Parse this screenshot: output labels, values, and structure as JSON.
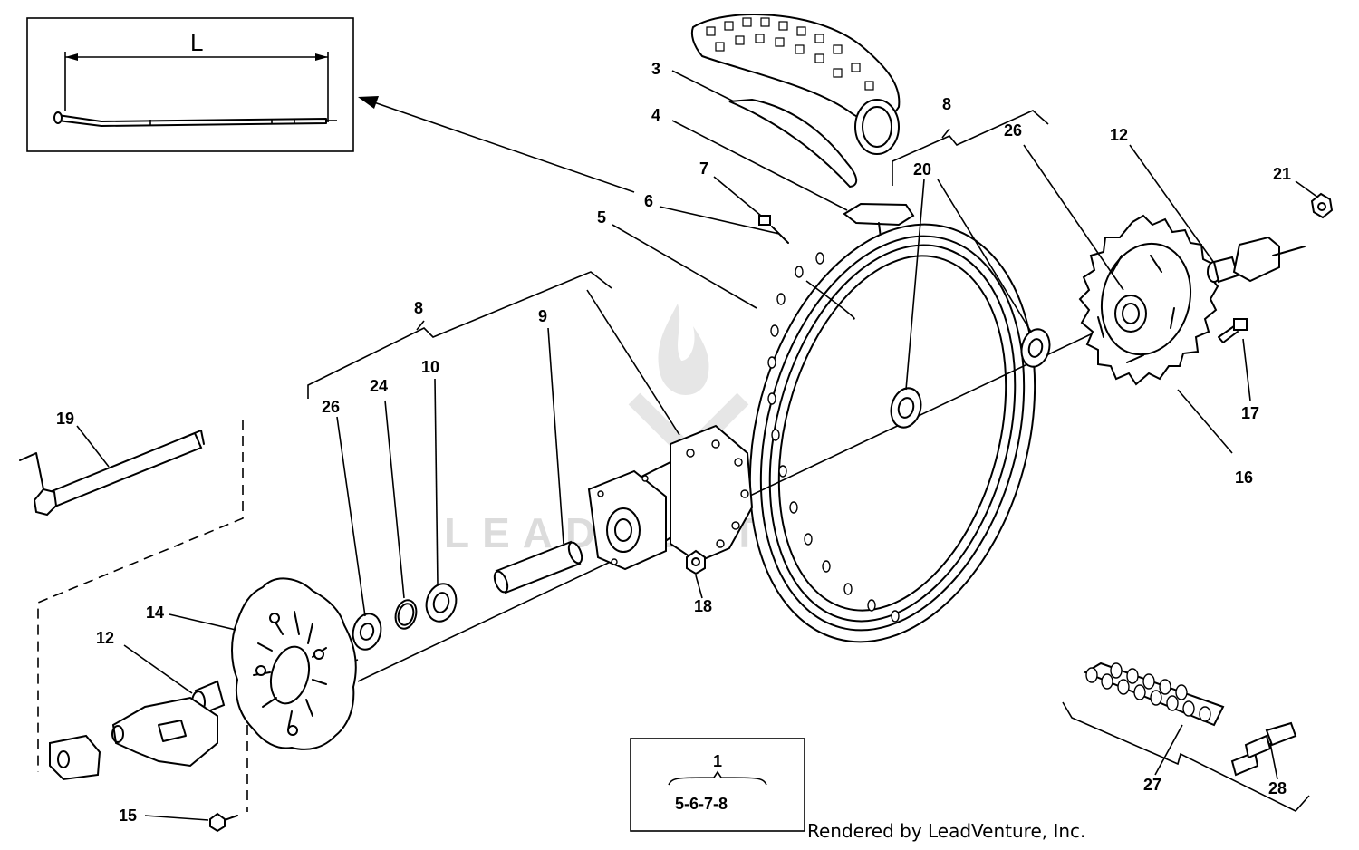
{
  "inset": {
    "dimension_label": "L"
  },
  "callouts": [
    "3",
    "4",
    "8",
    "20",
    "26",
    "12",
    "21",
    "7",
    "6",
    "5",
    "9",
    "10",
    "24",
    "26",
    "8",
    "19",
    "14",
    "12",
    "15",
    "18",
    "17",
    "16",
    "27",
    "28"
  ],
  "kit_box": {
    "number": "1",
    "contents": "5-6-7-8"
  },
  "watermark": "LEADVENTURE",
  "footer": "Rendered by LeadVenture, Inc."
}
